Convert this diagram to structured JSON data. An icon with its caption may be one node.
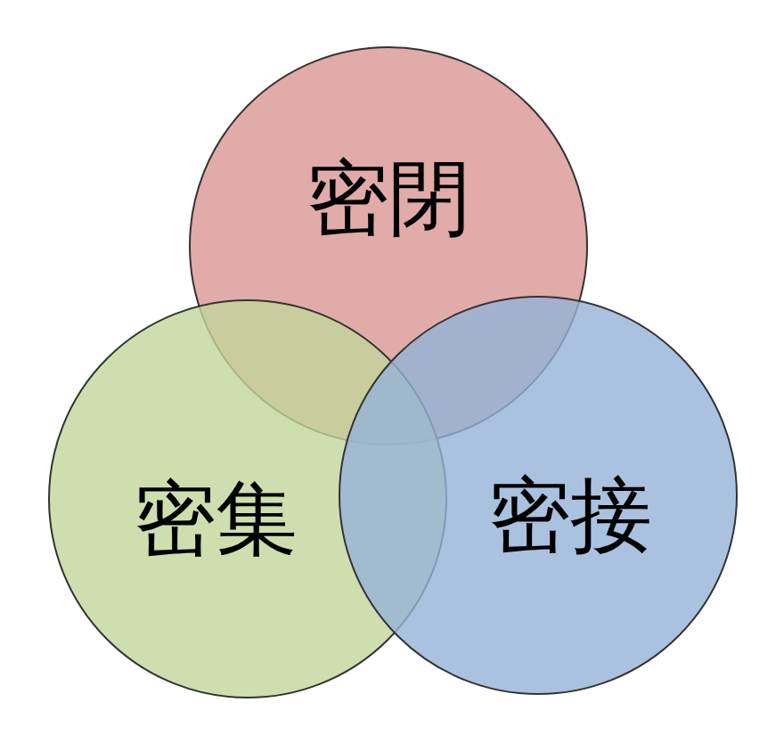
{
  "diagram": {
    "nodes": [
      {
        "text": [
          "密閉"
        ]
      },
      {
        "text": [
          "密集"
        ]
      },
      {
        "text": [
          "密接"
        ]
      }
    ]
  }
}
